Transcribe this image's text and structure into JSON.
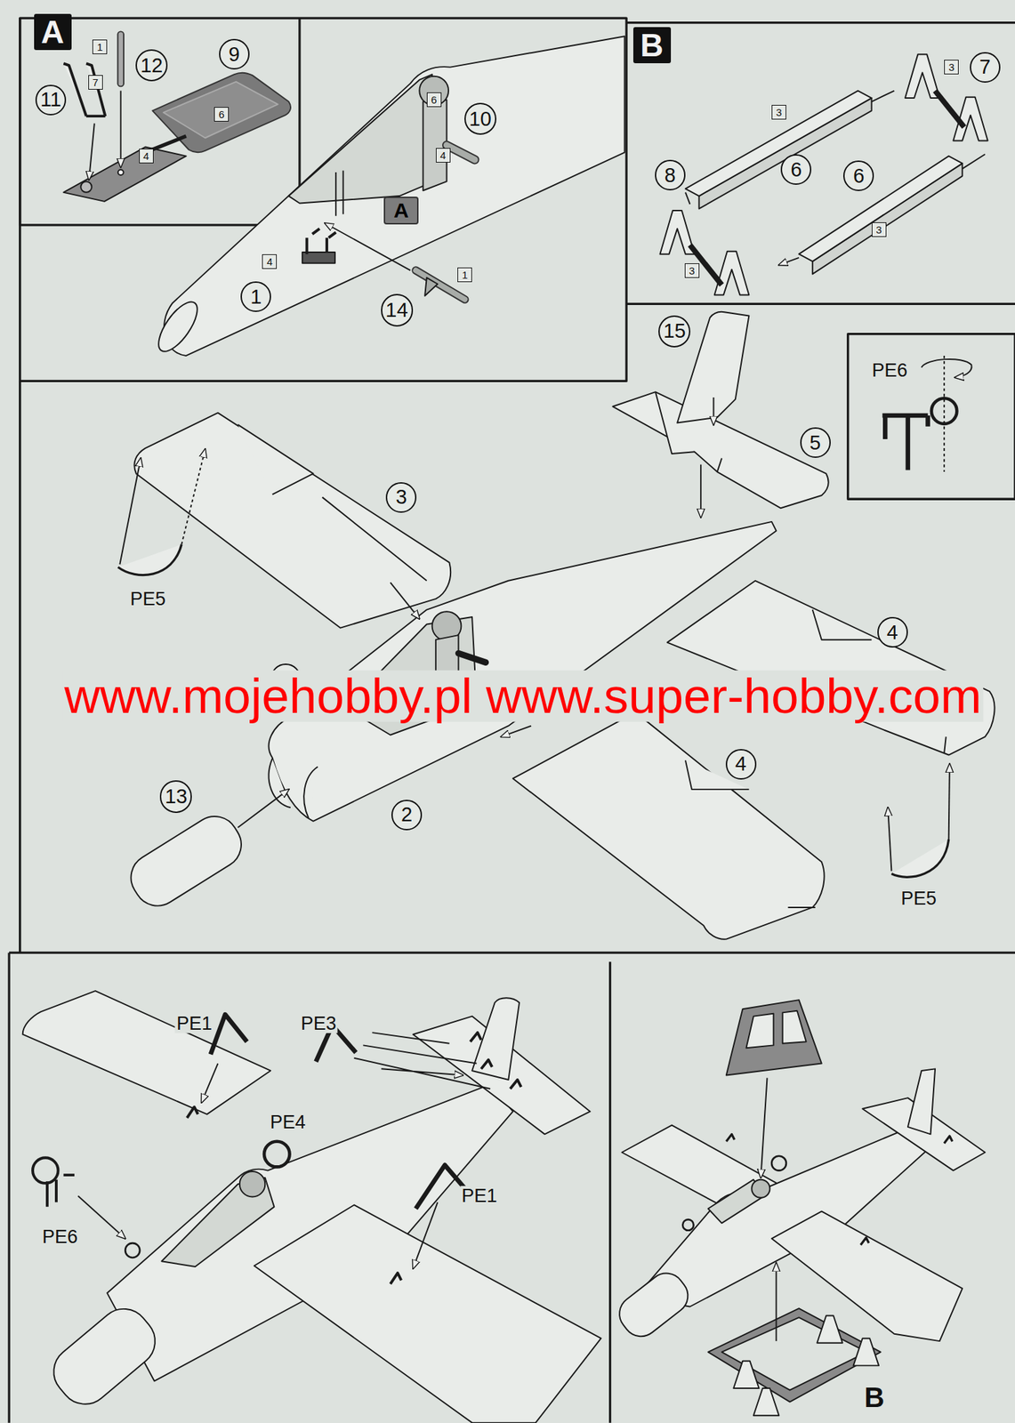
{
  "diagram": {
    "nodes": [
      {
        "text": [
          "A"
        ]
      },
      {
        "text": [
          "1"
        ]
      },
      {
        "text": [
          "12"
        ]
      },
      {
        "text": [
          "9"
        ]
      },
      {
        "text": [
          "7"
        ]
      },
      {
        "text": [
          "11"
        ]
      },
      {
        "text": [
          "6"
        ]
      },
      {
        "text": [
          "4"
        ]
      },
      {
        "text": [
          "6"
        ]
      },
      {
        "text": [
          "10"
        ]
      },
      {
        "text": [
          "4"
        ]
      },
      {
        "text": [
          "A"
        ]
      },
      {
        "text": [
          "4"
        ]
      },
      {
        "text": [
          "1"
        ]
      },
      {
        "text": [
          "14"
        ]
      },
      {
        "text": [
          "1"
        ]
      },
      {
        "text": [
          "B"
        ]
      },
      {
        "text": [
          "3"
        ]
      },
      {
        "text": [
          "7"
        ]
      },
      {
        "text": [
          "3"
        ]
      },
      {
        "text": [
          "6"
        ]
      },
      {
        "text": [
          "6"
        ]
      },
      {
        "text": [
          "8"
        ]
      },
      {
        "text": [
          "3"
        ]
      },
      {
        "text": [
          "3"
        ]
      },
      {
        "text": [
          "15"
        ]
      },
      {
        "text": [
          "5"
        ]
      },
      {
        "text": [
          "3"
        ]
      },
      {
        "text": [
          "4"
        ]
      },
      {
        "text": [
          "4"
        ]
      },
      {
        "text": [
          "2"
        ]
      },
      {
        "text": [
          "13"
        ]
      },
      {
        "text": [
          "1"
        ]
      }
    ],
    "labels": [
      "PE6",
      "PE5",
      "www.mojehobby.pl www.super-hobby.com",
      "PE5",
      "PE1",
      "PE3",
      "PE4",
      "PE1",
      "PE6",
      "B"
    ]
  }
}
